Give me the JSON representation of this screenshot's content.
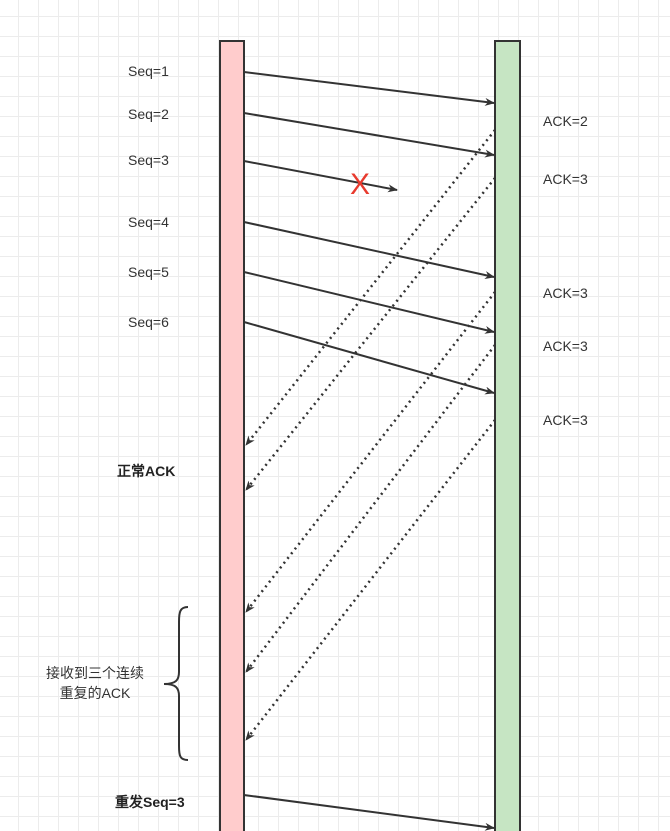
{
  "sender_seq_labels": [
    "Seq=1",
    "Seq=2",
    "Seq=3",
    "Seq=4",
    "Seq=5",
    "Seq=6"
  ],
  "receiver_ack_labels": [
    "ACK=2",
    "ACK=3",
    "ACK=3",
    "ACK=3",
    "ACK=3"
  ],
  "lost_marker": "X",
  "normal_ack_label": "正常ACK",
  "dup_ack_note": [
    "接收到三个连续",
    "重复的ACK"
  ],
  "resend_label": "重发Seq=3",
  "colors": {
    "sender_bar": "#ffcccc",
    "receiver_bar": "#c6e5c3",
    "lost": "#e83a2e",
    "line": "#333333"
  }
}
